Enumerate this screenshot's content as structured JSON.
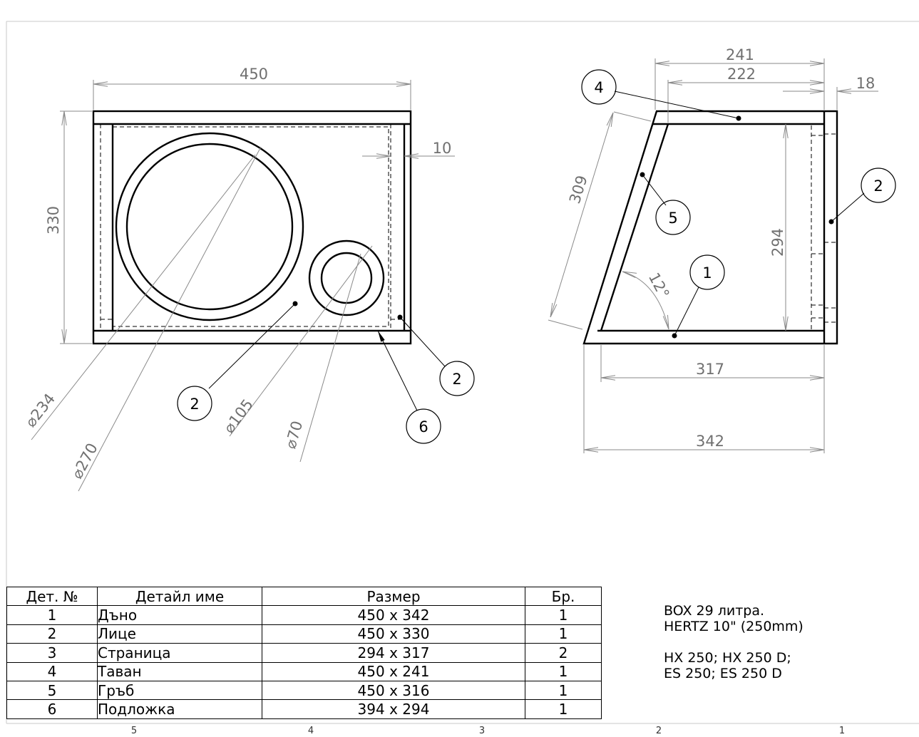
{
  "front_view": {
    "dims": {
      "width": "450",
      "height": "330",
      "wall": "10",
      "d234": "⌀234",
      "d270": "⌀270",
      "d105": "⌀105",
      "d70": "⌀70"
    },
    "callouts": [
      "2",
      "2",
      "6"
    ]
  },
  "side_view": {
    "dims": {
      "top_outer": "241",
      "top_inner": "222",
      "thickness": "18",
      "slant": "309",
      "inner_height": "294",
      "angle": "12°",
      "bottom_inner": "317",
      "bottom_outer": "342"
    },
    "callouts": [
      "4",
      "2",
      "5",
      "1"
    ]
  },
  "parts_table": {
    "headers": [
      "Дет. №",
      "Детайл име",
      "Размер",
      "Бр."
    ],
    "rows": [
      [
        "1",
        "Дъно",
        "450 x 342",
        "1"
      ],
      [
        "2",
        "Лице",
        "450 x 330",
        "1"
      ],
      [
        "3",
        "Страница",
        "294 x 317",
        "2"
      ],
      [
        "4",
        "Таван",
        "450 x 241",
        "1"
      ],
      [
        "5",
        "Гръб",
        "450 x 316",
        "1"
      ],
      [
        "6",
        "Подложка",
        "394 x 294",
        "1"
      ]
    ]
  },
  "notes": {
    "line1": "BOX 29 литра.",
    "line2": "HERTZ 10\" (250mm)",
    "line3": "HX 250; HX 250 D;",
    "line4": "ES 250; ES 250 D"
  },
  "zone_labels": [
    "5",
    "4",
    "3",
    "2",
    "1"
  ]
}
